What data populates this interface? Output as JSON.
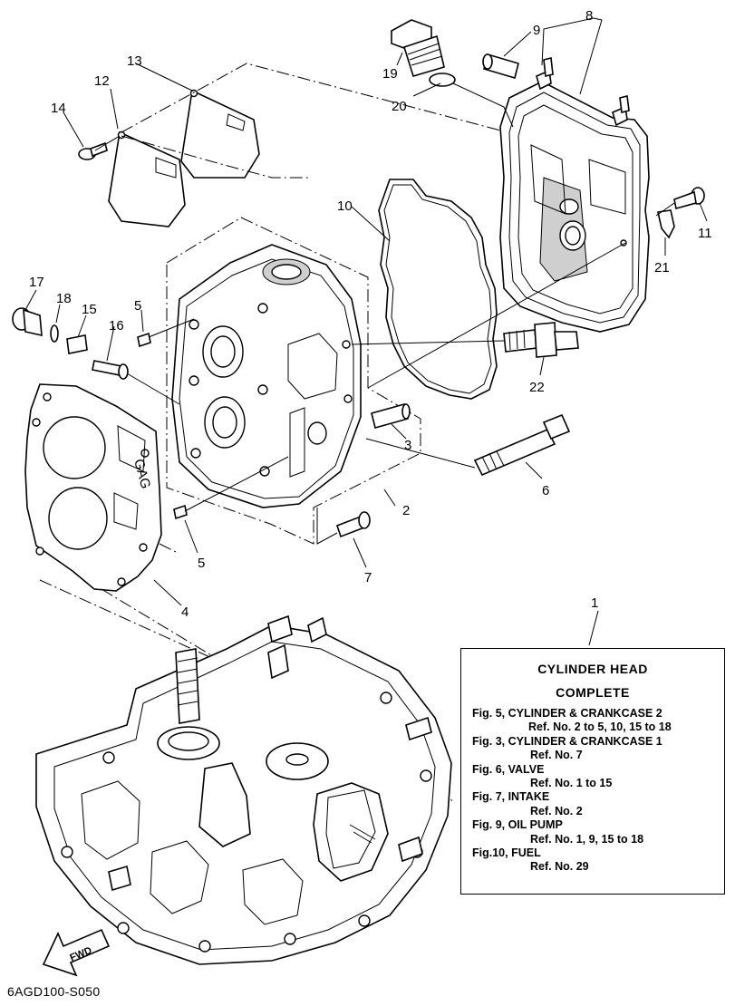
{
  "callouts": {
    "c1": "1",
    "c2": "2",
    "c3": "3",
    "c4": "4",
    "c5a": "5",
    "c5b": "5",
    "c6": "6",
    "c7": "7",
    "c8": "8",
    "c9": "9",
    "c10": "10",
    "c11": "11",
    "c12": "12",
    "c13": "13",
    "c14": "14",
    "c15": "15",
    "c16": "16",
    "c17": "17",
    "c18": "18",
    "c19": "19",
    "c20": "20",
    "c21": "21",
    "c22": "22"
  },
  "gasket_marking": "GAG",
  "fwd_label": "FWD",
  "reference_box": {
    "title_line1": "CYLINDER  HEAD",
    "title_line2": "COMPLETE",
    "entries": [
      {
        "fig": "Fig. 5, CYLINDER & CRANKCASE 2",
        "ref": "Ref. No. 2 to 5, 10, 15 to 18"
      },
      {
        "fig": "Fig. 3, CYLINDER & CRANKCASE 1",
        "ref": "Ref. No. 7"
      },
      {
        "fig": "Fig. 6, VALVE",
        "ref": "Ref. No. 1 to 15"
      },
      {
        "fig": "Fig. 7, INTAKE",
        "ref": "Ref. No. 2"
      },
      {
        "fig": "Fig. 9, OIL PUMP",
        "ref": "Ref. No. 1, 9, 15 to 18"
      },
      {
        "fig": "Fig.10, FUEL",
        "ref": "Ref. No. 29"
      }
    ]
  },
  "diagram_code": "6AGD100-S050"
}
